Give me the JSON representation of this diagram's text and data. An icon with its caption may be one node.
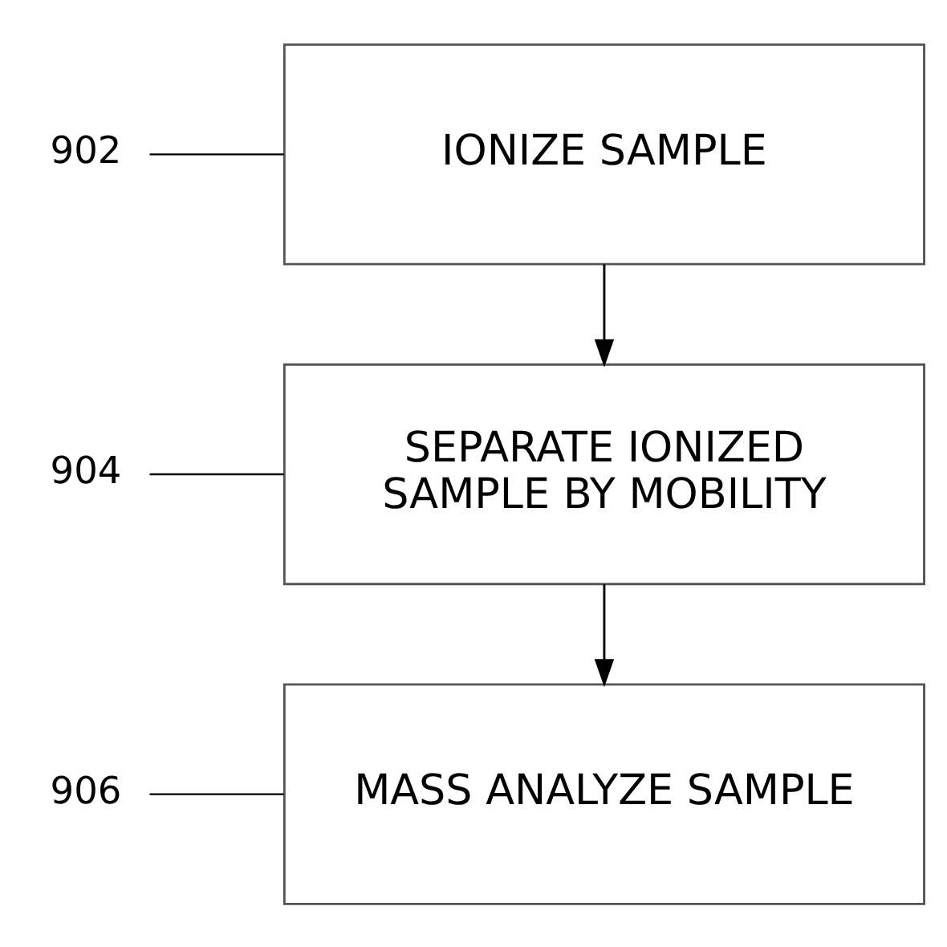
{
  "diagram": {
    "nodes": [
      {
        "text": [
          "IONIZE SAMPLE"
        ]
      },
      {
        "text": [
          "902"
        ]
      },
      {
        "text": [
          "SEPARATE IONIZED SAMPLE BY MOBILITY"
        ]
      },
      {
        "text": [
          "904"
        ]
      },
      {
        "text": [
          "MASS ANALYZE SAMPLE"
        ]
      },
      {
        "text": [
          "906"
        ]
      }
    ],
    "edges": [
      {
        "from": 0,
        "to": 2,
        "arrow": "to"
      },
      {
        "from": 2,
        "to": 4,
        "arrow": "to"
      },
      {
        "from": 1,
        "to": 0,
        "arrow": "none"
      },
      {
        "from": 3,
        "to": 2,
        "arrow": "none"
      },
      {
        "from": 5,
        "to": 4,
        "arrow": "none"
      }
    ]
  }
}
